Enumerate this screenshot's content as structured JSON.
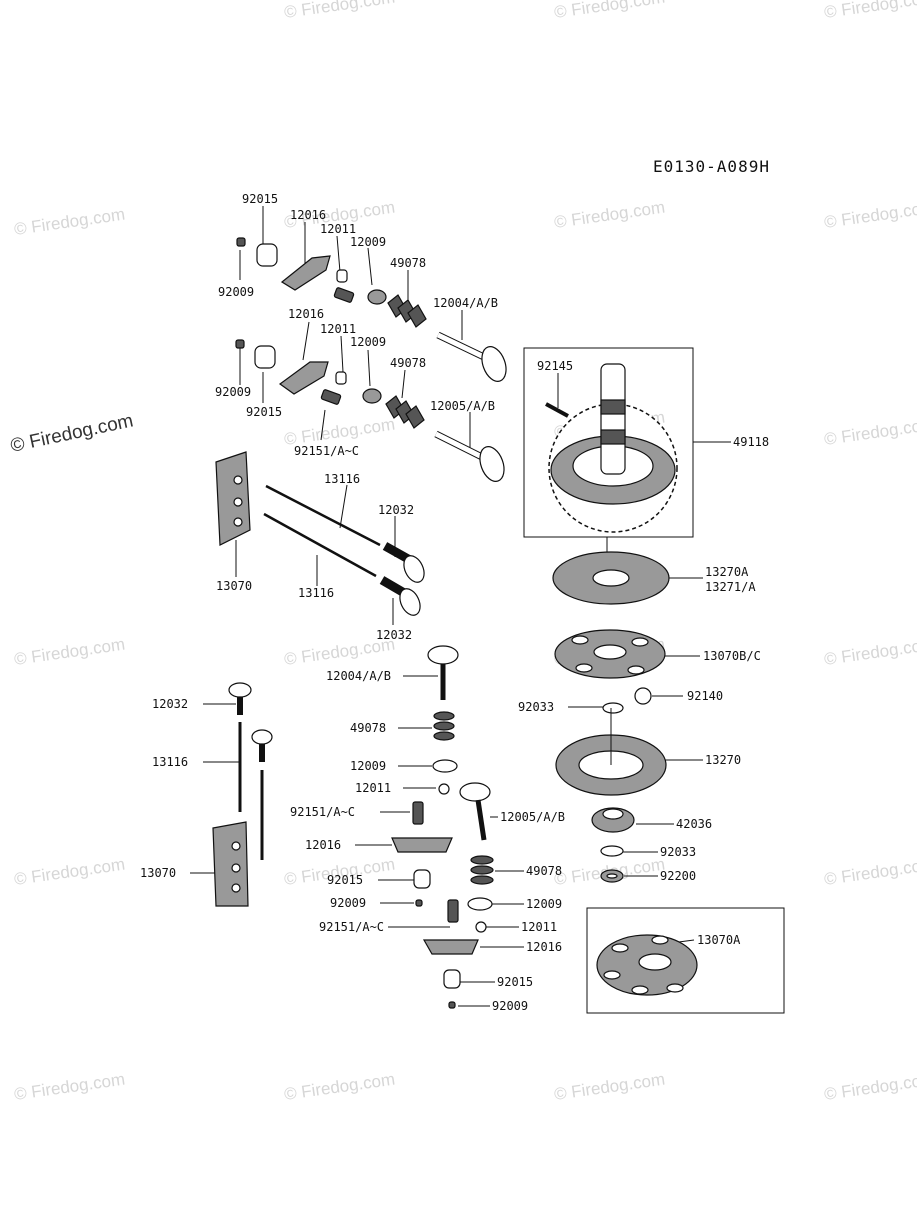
{
  "diagram": {
    "reference_code": "E0130-A089H",
    "watermark": "© Firedog.com",
    "labels": {
      "l1": "92015",
      "l2": "12016",
      "l3": "12011",
      "l4": "12009",
      "l5": "49078",
      "l6": "92009",
      "l7": "12004/A/B",
      "l8": "12016",
      "l9": "12011",
      "l10": "12009",
      "l11": "49078",
      "l12": "92009",
      "l13": "92015",
      "l14": "12005/A/B",
      "l15": "92145",
      "l16": "92151/A~C",
      "l17": "49118",
      "l18": "13116",
      "l19": "12032",
      "l20": "13070",
      "l21": "13116",
      "l22": "12032",
      "l23": "13270A",
      "l24": "13271/A",
      "l25": "13070B/C",
      "l26": "12004/A/B",
      "l27": "12032",
      "l28": "92140",
      "l29": "92033",
      "l30": "49078",
      "l31": "13116",
      "l32": "13270",
      "l33": "12009",
      "l34": "12011",
      "l35": "92151/A~C",
      "l36": "12005/A/B",
      "l37": "42036",
      "l38": "12016",
      "l39": "92033",
      "l40": "13070",
      "l41": "49078",
      "l42": "92015",
      "l43": "92200",
      "l44": "92009",
      "l45": "12009",
      "l46": "92151/A~C",
      "l47": "12011",
      "l48": "13070A",
      "l49": "12016",
      "l50": "92015",
      "l51": "92009"
    }
  }
}
